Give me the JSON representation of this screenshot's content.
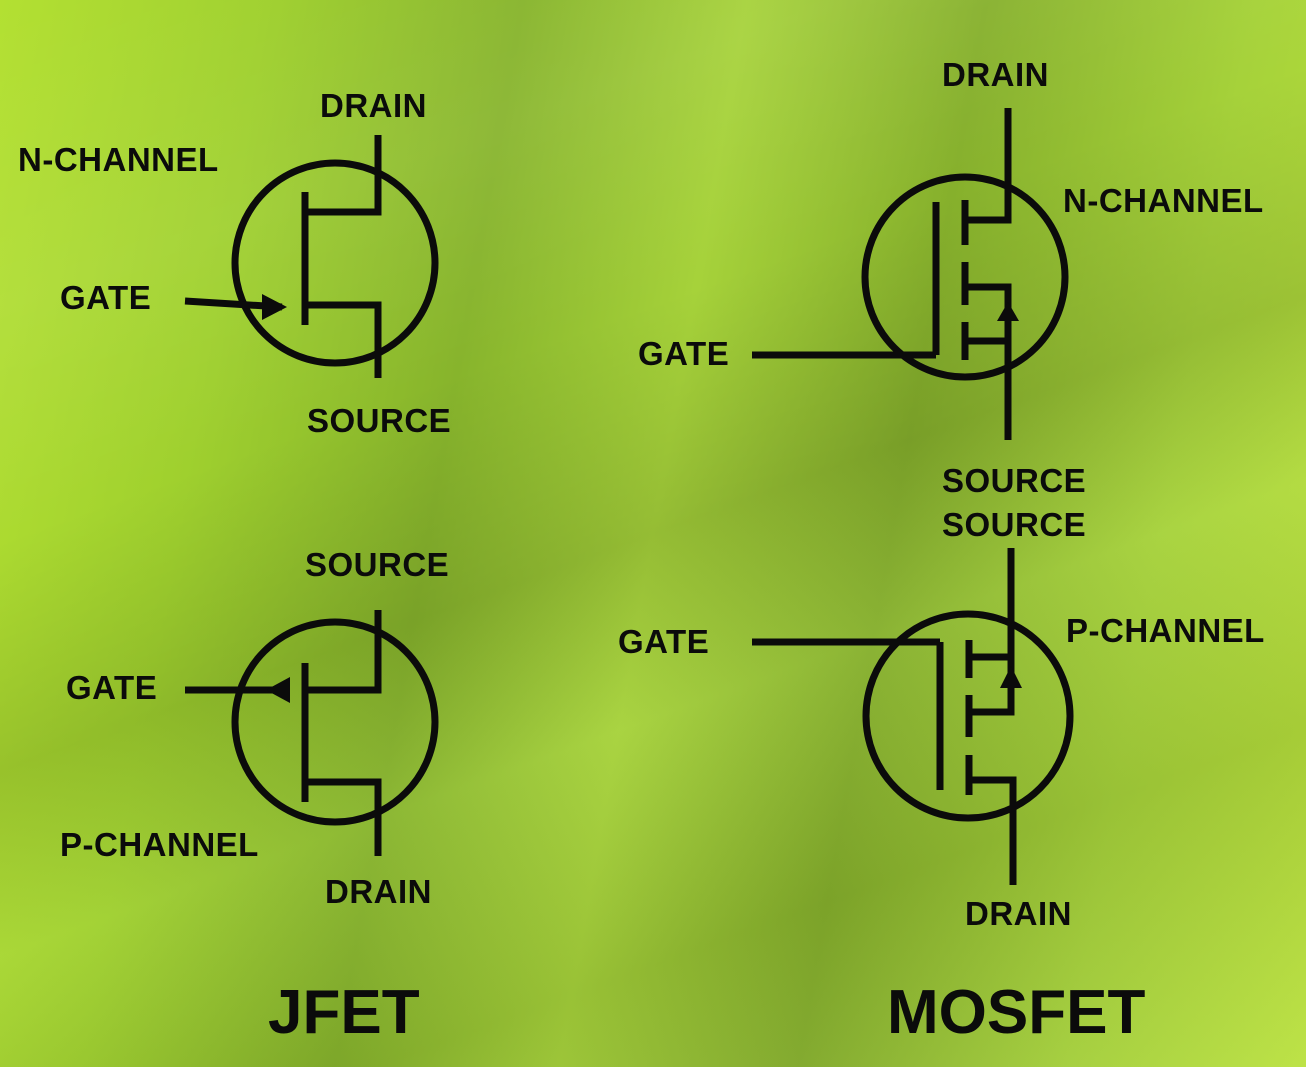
{
  "jfet_n": {
    "drain": "DRAIN",
    "channel": "N-CHANNEL",
    "gate": "GATE",
    "source": "SOURCE"
  },
  "jfet_p": {
    "source": "SOURCE",
    "gate": "GATE",
    "channel": "P-CHANNEL",
    "drain": "DRAIN"
  },
  "mosfet_n": {
    "drain": "DRAIN",
    "channel": "N-CHANNEL",
    "gate": "GATE",
    "source": "SOURCE"
  },
  "mosfet_p": {
    "source": "SOURCE",
    "gate": "GATE",
    "channel": "P-CHANNEL",
    "drain": "DRAIN"
  },
  "captions": {
    "jfet": "JFET",
    "mosfet": "MOSFET"
  },
  "colors": {
    "ink": "#0b0b0b",
    "background": "#a6d23a"
  }
}
